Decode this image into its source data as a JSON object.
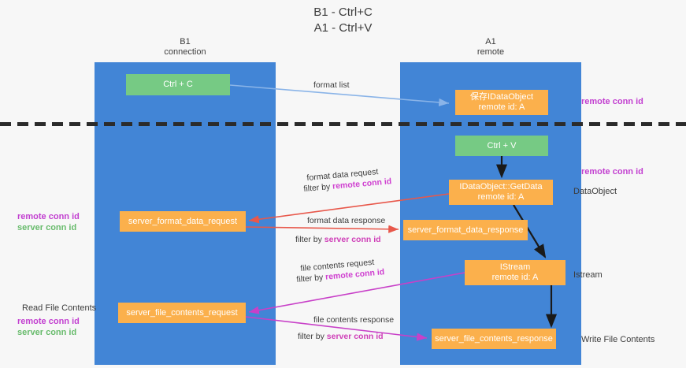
{
  "title": {
    "line1": "B1 - Ctrl+C",
    "line2": "A1 - Ctrl+V"
  },
  "columns": [
    {
      "name": "B1",
      "role": "connection"
    },
    {
      "name": "A1",
      "role": "remote"
    }
  ],
  "colors": {
    "lane": "#4285d6",
    "green_node": "#76ca84",
    "orange_node": "#fbb04c",
    "remote_conn_id": "#c23fd0",
    "server_conn_id": "#68bb6c",
    "arrow_format_list": "#8ab4e8",
    "arrow_format_data": "#e8584b",
    "arrow_file_contents": "#c840c8",
    "arrow_internal": "#1a1a1a",
    "separator": "#2b2b2b"
  },
  "nodes": {
    "ctrl_c": {
      "label": "Ctrl + C"
    },
    "save_idataobject": {
      "line1": "保存IDataObject",
      "line2": "remote id: A"
    },
    "ctrl_v": {
      "label": "Ctrl + V"
    },
    "getdata": {
      "line1": "IDataObject::GetData",
      "line2": "remote id: A"
    },
    "server_format_data_request": {
      "label": "server_format_data_request"
    },
    "server_format_data_response": {
      "label": "server_format_data_response"
    },
    "istream": {
      "line1": "IStream",
      "line2": "remote id: A"
    },
    "server_file_contents_request": {
      "label": "server_file_contents_request"
    },
    "server_file_contents_response": {
      "label": "server_file_contents_response"
    }
  },
  "edge_labels": {
    "format_list": "format list",
    "format_data_request": "format data request",
    "format_data_request_filter_prefix": "filter by ",
    "format_data_request_filter_id": "remote conn id",
    "format_data_response": "format data response",
    "format_data_response_filter_prefix": "filter by ",
    "format_data_response_filter_id": "server conn id",
    "file_contents_request": "file contents request",
    "file_contents_request_filter_prefix": "filter by ",
    "file_contents_request_filter_id": "remote conn id",
    "file_contents_response": "file contents response",
    "file_contents_response_filter_prefix": "filter by ",
    "file_contents_response_filter_id": "server conn id"
  },
  "side_labels": {
    "right_remote_conn_id_top": "remote conn id",
    "right_remote_conn_id_mid": "remote conn id",
    "dataobject": "DataObject",
    "istream": "Istream",
    "write_file_contents": "Write File Contents",
    "left_remote_conn_id_mid": "remote conn id",
    "left_server_conn_id_mid": "server conn id",
    "read_file_contents": "Read File Contents",
    "left_remote_conn_id_bottom": "remote conn id",
    "left_server_conn_id_bottom": "server conn id"
  }
}
